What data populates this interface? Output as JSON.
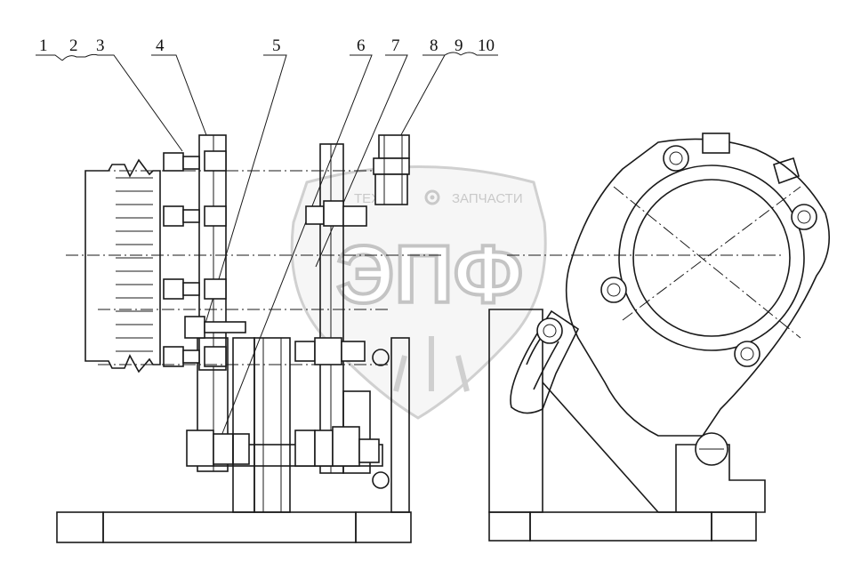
{
  "diagram": {
    "callouts": [
      {
        "id": "1",
        "label": "1"
      },
      {
        "id": "2",
        "label": "2"
      },
      {
        "id": "3",
        "label": "3"
      },
      {
        "id": "4",
        "label": "4"
      },
      {
        "id": "5",
        "label": "5"
      },
      {
        "id": "6",
        "label": "6"
      },
      {
        "id": "7",
        "label": "7"
      },
      {
        "id": "8",
        "label": "8"
      },
      {
        "id": "9",
        "label": "9"
      },
      {
        "id": "10",
        "label": "10"
      }
    ]
  },
  "watermark": {
    "left_text": "ТЕХ",
    "right_text": "ЗАПЧАСТИ",
    "logo": "ЭПФ",
    "color": "#c4c4c4"
  }
}
